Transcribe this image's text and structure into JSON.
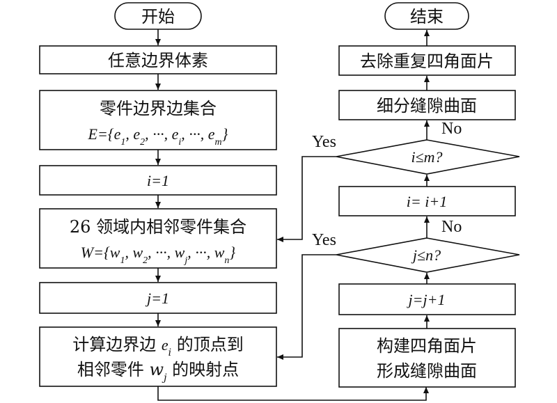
{
  "nodes": {
    "start": "开始",
    "any_voxel": "任意边界体素",
    "edge_set_title": "零件边界边集合",
    "edge_set_formula": "E={e1, e2, ···, ei, ···, em}",
    "i_init": "i=1",
    "neighbor_title": "26 领域内相邻零件集合",
    "neighbor_formula": "W={w1, w2, ···, wj, ···, wn}",
    "j_init": "j=1",
    "compute_line1": "计算边界边 ei 的顶点到",
    "compute_line2": "相邻零件 wj 的映射点",
    "build_line1": "构建四角面片",
    "build_line2": "形成缝隙曲面",
    "j_inc": "j=j+1",
    "j_cond": "j≤n?",
    "i_inc": "i= i+1",
    "i_cond": "i≤m?",
    "subdivide": "细分缝隙曲面",
    "remove_dup": "去除重复四角面片",
    "end": "结束"
  },
  "labels": {
    "yes_i": "Yes",
    "no_i": "No",
    "yes_j": "Yes",
    "no_j": "No"
  }
}
